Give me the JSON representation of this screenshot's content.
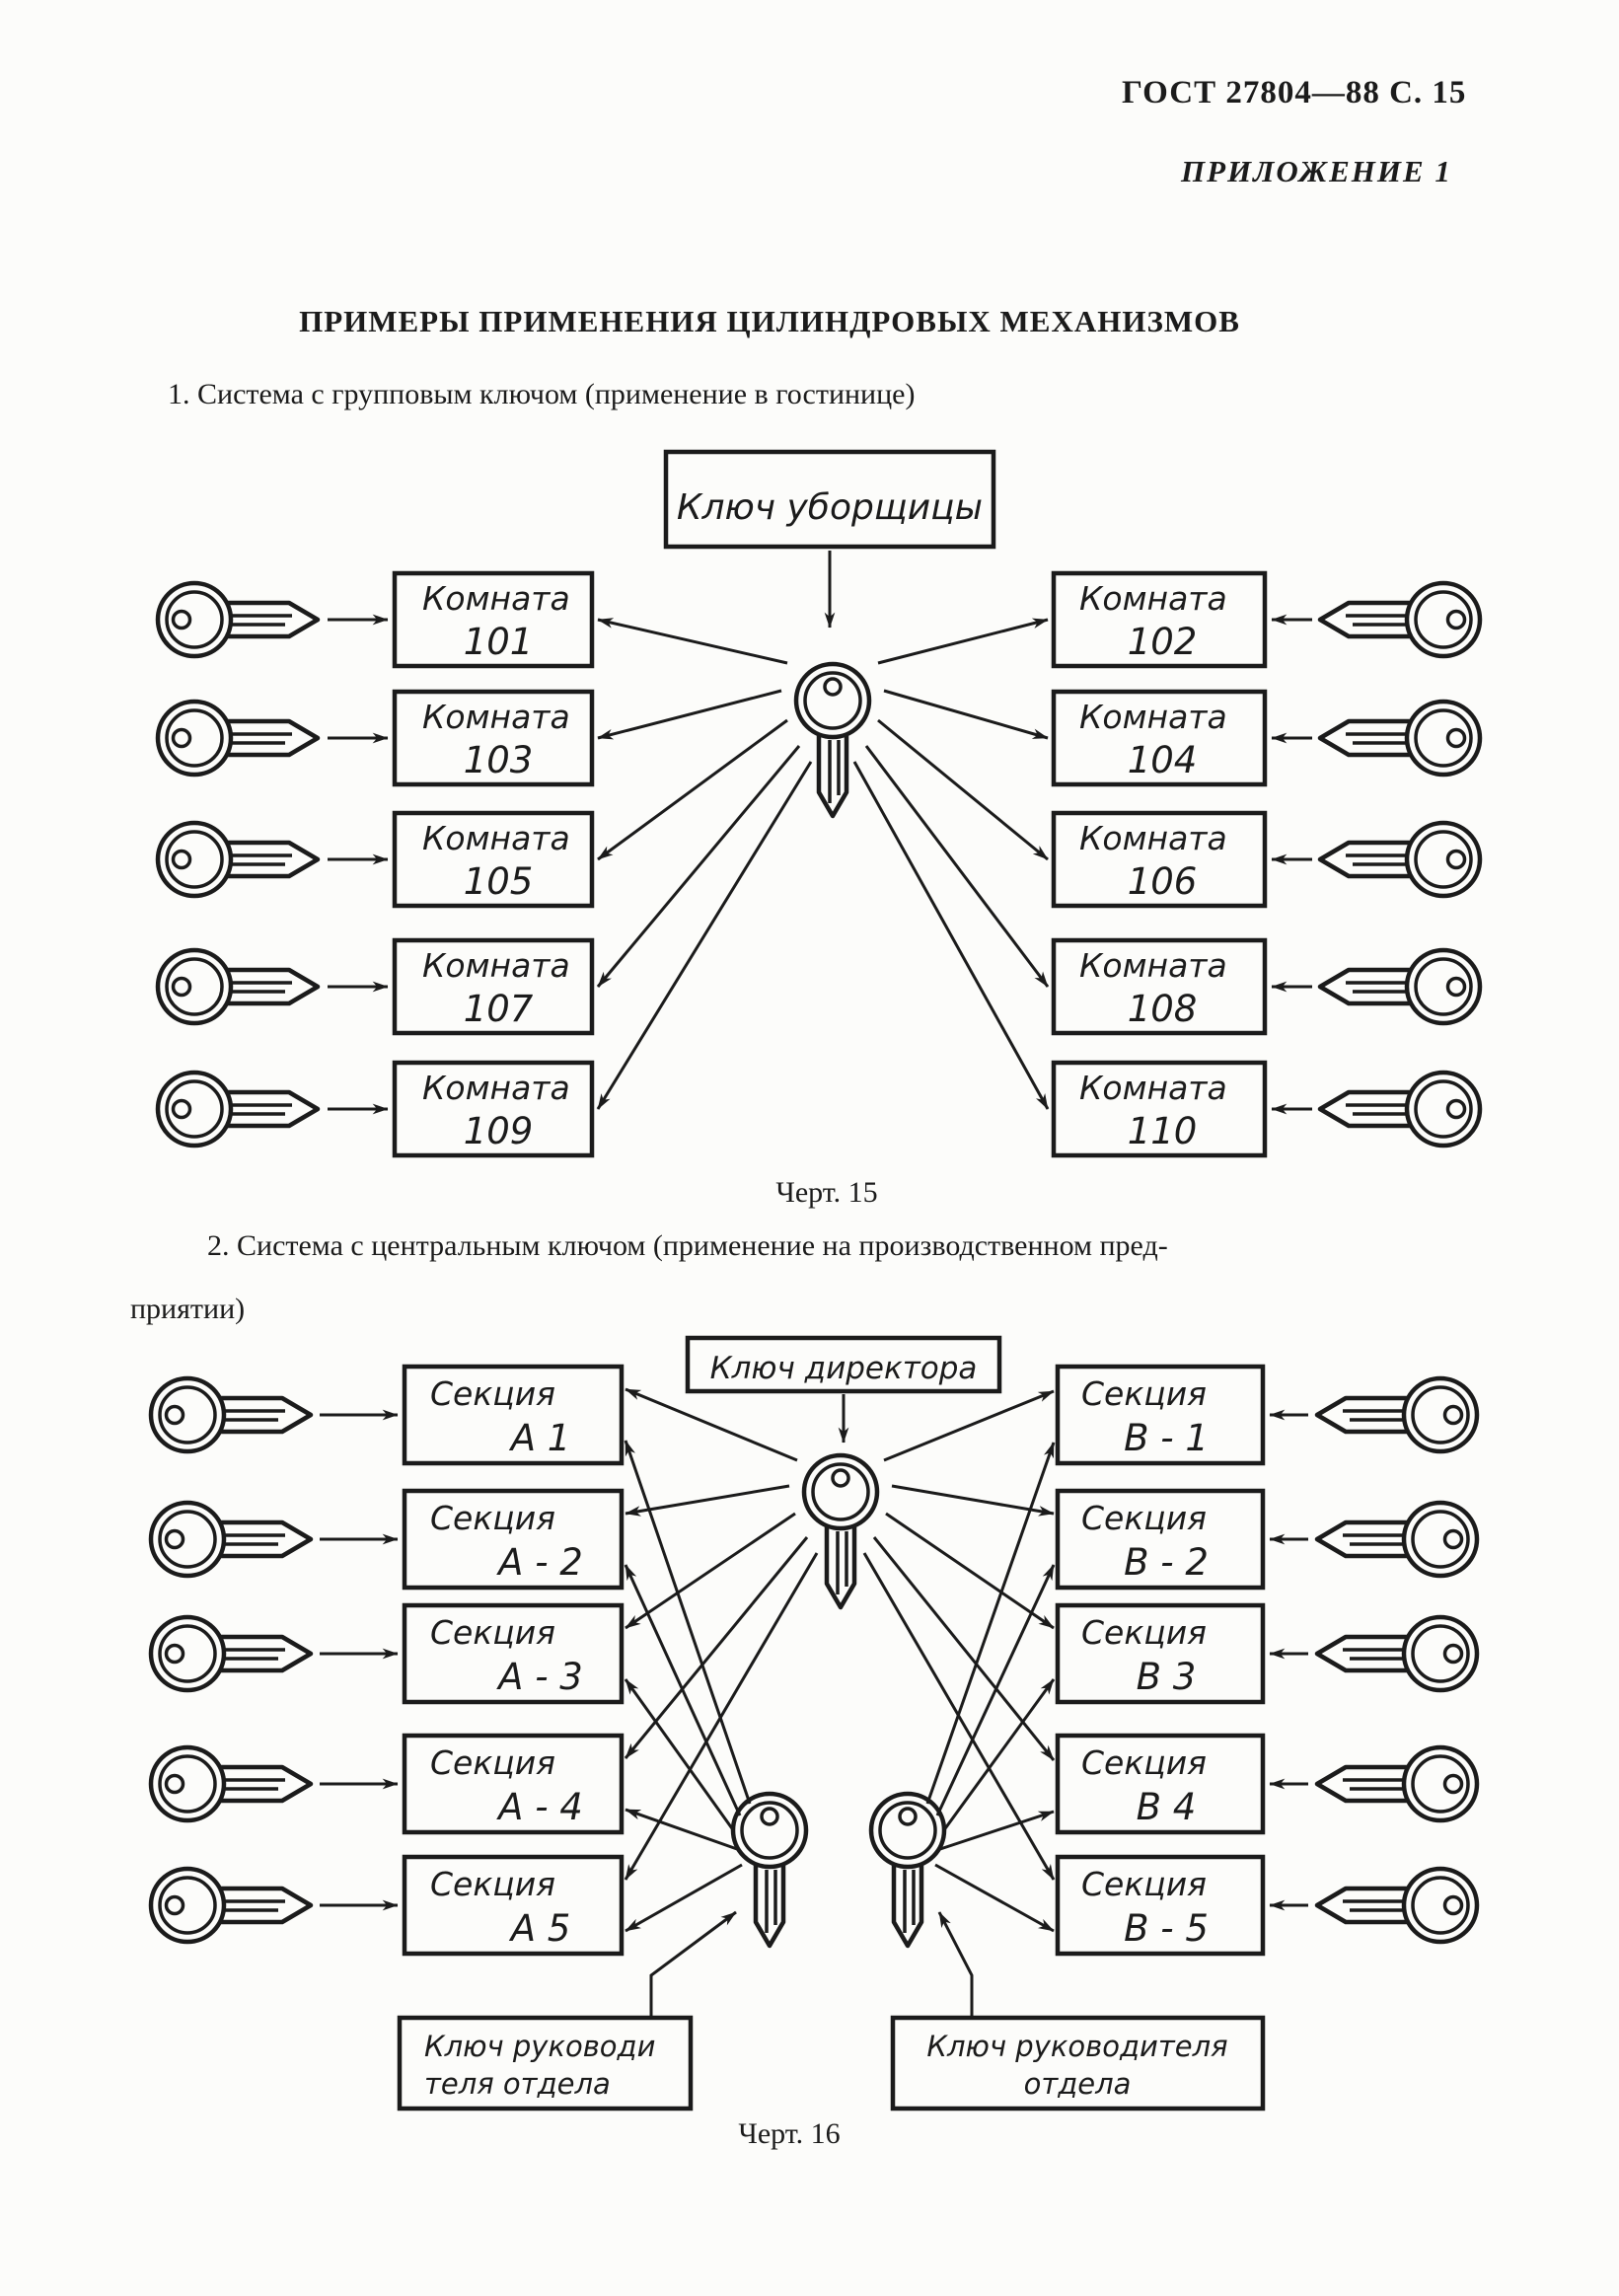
{
  "page": {
    "header": "ГОСТ 27804—88 С. 15",
    "annex": "ПРИЛОЖЕНИЕ 1",
    "title": "ПРИМЕРЫ ПРИМЕНЕНИЯ ЦИЛИНДРОВЫХ МЕХАНИЗМОВ",
    "item1": "1. Система с групповым ключом (применение в гостинице)",
    "item2_line1": "2. Система с центральным ключом (применение на  производственном пред-",
    "item2_line2": "приятии)",
    "fig15_caption": "Черт. 15",
    "fig16_caption": "Черт. 16",
    "ink_color": "#1b1b1b"
  },
  "fig15": {
    "master_key_label": "Ключ уборщицы",
    "rooms_left": [
      {
        "name": "Комната",
        "num": "101"
      },
      {
        "name": "Комната",
        "num": "103"
      },
      {
        "name": "Комната",
        "num": "105"
      },
      {
        "name": "Комната",
        "num": "107"
      },
      {
        "name": "Комната",
        "num": "109"
      }
    ],
    "rooms_right": [
      {
        "name": "Комната",
        "num": "102"
      },
      {
        "name": "Комната",
        "num": "104"
      },
      {
        "name": "Комната",
        "num": "106"
      },
      {
        "name": "Комната",
        "num": "108"
      },
      {
        "name": "Комната",
        "num": "110"
      }
    ]
  },
  "fig16": {
    "master_key_label": "Ключ директора",
    "sections_left": [
      {
        "name": "Секция",
        "num": "А 1"
      },
      {
        "name": "Секция",
        "num": "А - 2"
      },
      {
        "name": "Секция",
        "num": "А - 3"
      },
      {
        "name": "Секция",
        "num": "А - 4"
      },
      {
        "name": "Секция",
        "num": "А  5"
      }
    ],
    "sections_right": [
      {
        "name": "Секция",
        "num": "В - 1"
      },
      {
        "name": "Секция",
        "num": "В - 2"
      },
      {
        "name": "Секция",
        "num": "В  3"
      },
      {
        "name": "Секция",
        "num": "В  4"
      },
      {
        "name": "Секция",
        "num": "В - 5"
      }
    ],
    "dept_key_left_line1": "Ключ руководи",
    "dept_key_left_line2": "теля  отдела",
    "dept_key_right_line1": "Ключ руководителя",
    "dept_key_right_line2": "отдела"
  }
}
